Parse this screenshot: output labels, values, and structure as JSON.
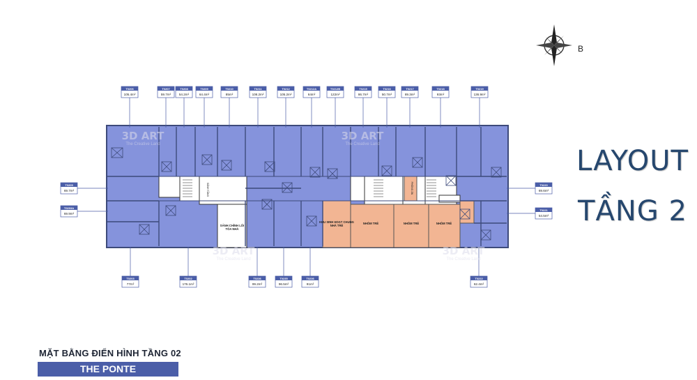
{
  "title": {
    "line1": "LAYOUT",
    "line2": "TẦNG 2"
  },
  "compass": {
    "label": "B",
    "icon": "compass-rose-icon"
  },
  "caption": "MẶT BẰNG ĐIỂN HÌNH TẦNG 02",
  "project_name": "THE PONTE",
  "colors": {
    "unit_fill": "#8593dc",
    "kindergarten_fill": "#f2b593",
    "tag_header": "#4b5ea8",
    "title_text": "#26476e",
    "banner": "#4b5ea8"
  },
  "units_top": [
    {
      "code": "T0206",
      "area": "105.4m²"
    },
    {
      "code": "T0207",
      "area": "59.7m²"
    },
    {
      "code": "T0208",
      "area": "54.2m²"
    },
    {
      "code": "T0209",
      "area": "64.4m²"
    },
    {
      "code": "T0210",
      "area": "85m²"
    },
    {
      "code": "T0211",
      "area": "108.2m²"
    },
    {
      "code": "T0212",
      "area": "105.2m²"
    },
    {
      "code": "T0212A",
      "area": "64m²"
    },
    {
      "code": "T0212B",
      "area": "122m²"
    },
    {
      "code": "T0215",
      "area": "86.7m²"
    },
    {
      "code": "T0216",
      "area": "50.7m²"
    },
    {
      "code": "T0217",
      "area": "89.3m²"
    },
    {
      "code": "T0218",
      "area": "93m²"
    },
    {
      "code": "T0219",
      "area": "136.9m²"
    }
  ],
  "units_left": [
    {
      "code": "T0205",
      "area": "69.7m²"
    },
    {
      "code": "T0203A",
      "area": "69.9m²"
    }
  ],
  "units_right": [
    {
      "code": "T0220",
      "area": "69.6m²"
    },
    {
      "code": "T0221",
      "area": "54.5m²"
    }
  ],
  "units_bottom": [
    {
      "code": "T0203",
      "area": "77m²"
    },
    {
      "code": "T0202",
      "area": "176.1m²"
    },
    {
      "code": "T0236",
      "area": "99.2m²"
    },
    {
      "code": "T0235",
      "area": "96.5m²"
    },
    {
      "code": "T0236",
      "area": "91m²"
    },
    {
      "code": "T0222",
      "area": "62.4m²"
    }
  ],
  "room_labels": {
    "lobby": "SẢNH CHÍNH LỐI\nTÒA NHÀ",
    "kids_hall": "KHU SINH HOẠT CHUNG\nNHÀ TRẺ",
    "kids_room_1": "NHÓM TRẺ",
    "kids_room_2": "NHÓM TRẺ",
    "kids_room_3": "NHÓM TRẺ",
    "corridor_label": "SẢNH TẦNG",
    "kitchen_label": "PHÒNG ĂN"
  },
  "watermark": {
    "logo": "3D ART",
    "tagline": "The Creative Land"
  }
}
